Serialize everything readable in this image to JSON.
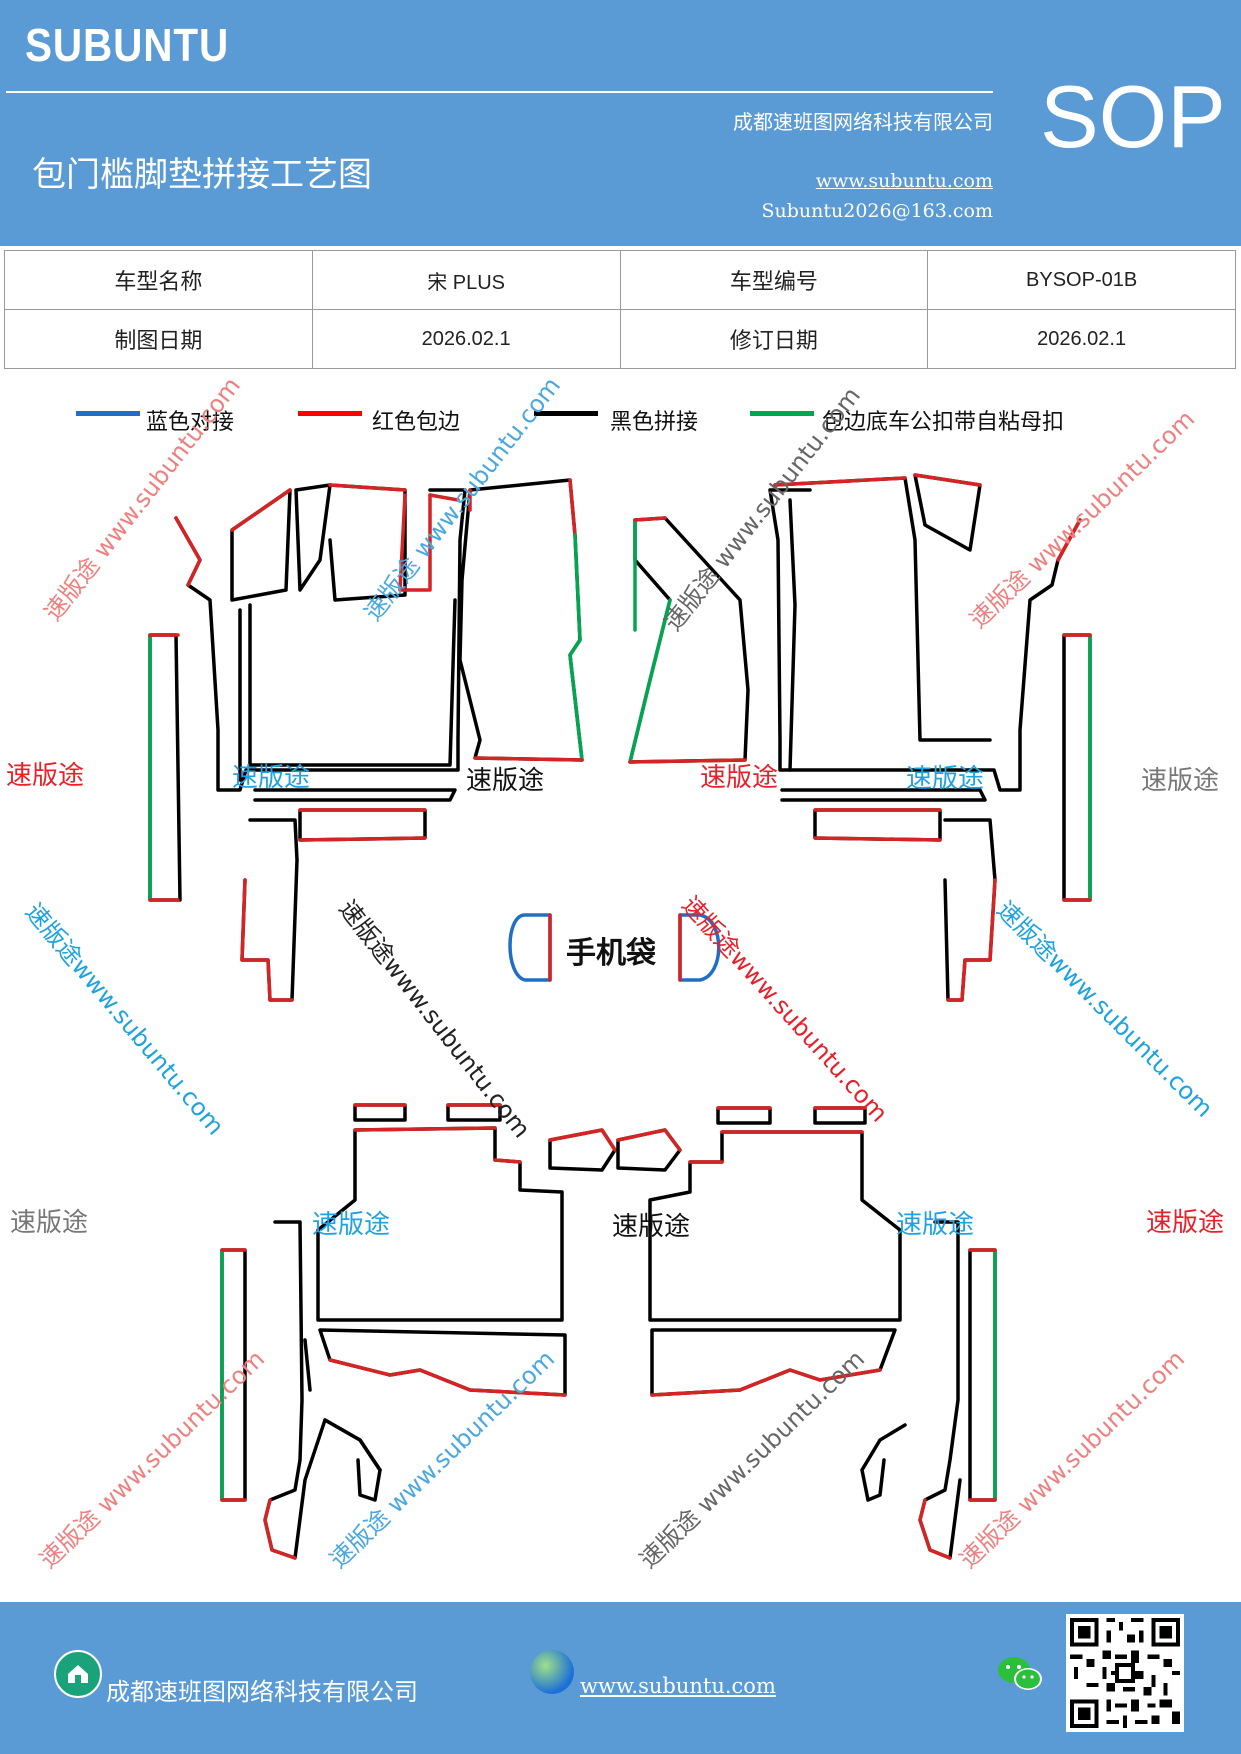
{
  "header": {
    "brand": "SUBUNTU",
    "company": "成都速班图网络科技有限公司",
    "title": "包门槛脚垫拼接工艺图",
    "website": "www.subuntu.com",
    "email": "Subuntu2026@163.com",
    "sop": "SOP",
    "bg_color": "#5b9bd5"
  },
  "info_table": {
    "rows": [
      [
        "车型名称",
        "宋 PLUS",
        "车型编号",
        "BYSOP-01B"
      ],
      [
        "制图日期",
        "2026.02.1",
        "修订日期",
        "2026.02.1"
      ]
    ]
  },
  "legend": [
    {
      "color": "#1f6fc5",
      "label": "蓝色对接"
    },
    {
      "color": "#ff0000",
      "label": "红色包边"
    },
    {
      "color": "#000000",
      "label": "黑色拼接"
    },
    {
      "color": "#00a650",
      "label": "包边底车公扣带自粘母扣"
    }
  ],
  "watermarks": {
    "brand_cn": "速版途",
    "diagonal": "速版途 www.subuntu.com",
    "diagonal_down": "速版途www.subuntu.com",
    "url": "www.subuntu.com"
  },
  "diagram": {
    "phone_pocket_label": "手机袋"
  },
  "footer": {
    "company": "成都速班图网络科技有限公司",
    "website": "www.subuntu.com"
  },
  "icons": [
    "home-icon",
    "globe-icon",
    "wechat-icon",
    "qr-code"
  ]
}
